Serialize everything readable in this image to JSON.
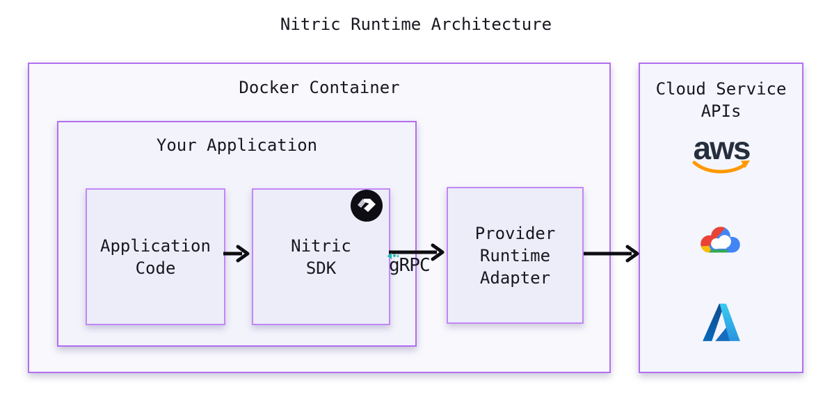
{
  "title": "Nitric Runtime Architecture",
  "boxes": {
    "docker": {
      "label": "Docker Container"
    },
    "your_application": {
      "label": "Your Application"
    },
    "application_code": {
      "line1": "Application",
      "line2": "Code"
    },
    "nitric_sdk": {
      "line1": "Nitric",
      "line2": "SDK"
    },
    "provider_runtime_adapter": {
      "line1": "Provider",
      "line2": "Runtime",
      "line3": "Adapter"
    },
    "cloud_service_apis": {
      "line1": "Cloud Service",
      "line2": "APIs"
    }
  },
  "arrows": {
    "grpc_label": "gRPC"
  },
  "logos": {
    "aws_text": "aws",
    "providers": [
      "aws-logo",
      "google-cloud-logo",
      "azure-logo"
    ],
    "sdk_badge": "nitric-logo"
  },
  "colors": {
    "outer_border": "#b26ef0",
    "inner_border": "#c287f6",
    "docker_fill": "#f8f8fd",
    "your_app_fill": "#f3f3fc",
    "leaf_fill": "#ededfa",
    "cloud_fill": "#f5f5fd",
    "arrow_black": "#0d0d12",
    "grpc_teal": "#1fb8af",
    "aws_navy": "#252f3e",
    "aws_orange": "#ff9900",
    "gcp_blue": "#4285f4",
    "gcp_red": "#ea4335",
    "gcp_yellow": "#fbbc05",
    "gcp_green": "#34a853",
    "azure_dark": "#114a8b",
    "azure_light": "#3ccbf2"
  }
}
